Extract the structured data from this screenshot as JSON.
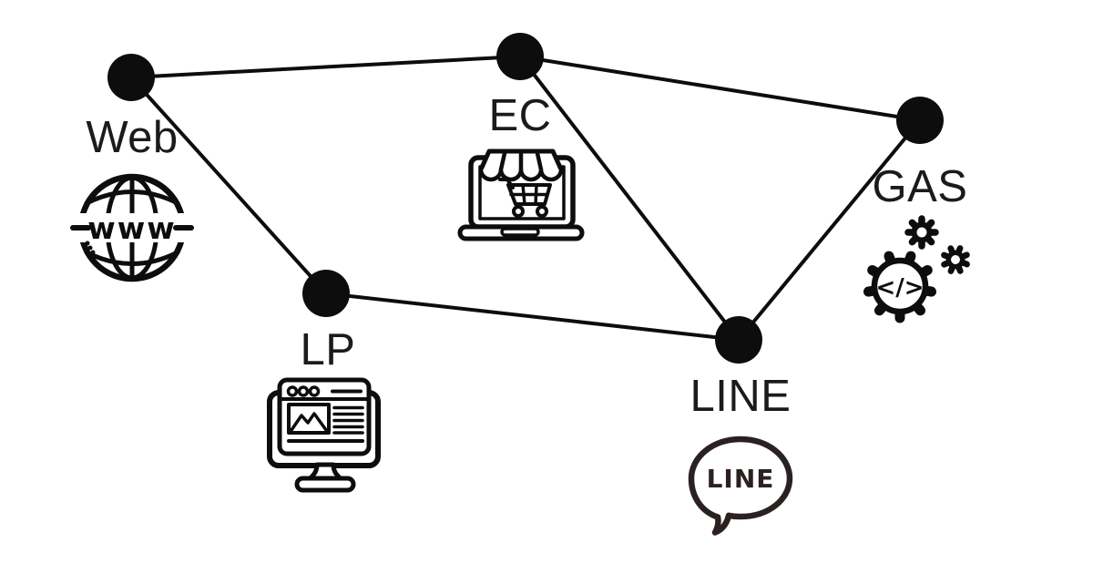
{
  "diagram": {
    "background_color": "#ffffff",
    "ink_color": "#0d0d0d",
    "line_brand_color": "#2b2121",
    "nodes": [
      {
        "id": "web",
        "label": "Web",
        "icon": "globe-www-icon",
        "icon_text": "www"
      },
      {
        "id": "ec",
        "label": "EC",
        "icon": "shop-laptop-cart-icon"
      },
      {
        "id": "gas",
        "label": "GAS",
        "icon": "gears-code-icon",
        "icon_text": "</>"
      },
      {
        "id": "lp",
        "label": "LP",
        "icon": "landing-page-monitor-icon"
      },
      {
        "id": "line",
        "label": "LINE",
        "icon": "line-chat-bubble-icon",
        "icon_text": "LINE"
      }
    ],
    "edges": [
      {
        "from": "Web",
        "to": "EC"
      },
      {
        "from": "Web",
        "to": "LP"
      },
      {
        "from": "EC",
        "to": "GAS"
      },
      {
        "from": "EC",
        "to": "LINE"
      },
      {
        "from": "LP",
        "to": "LINE"
      },
      {
        "from": "GAS",
        "to": "LINE"
      }
    ]
  }
}
